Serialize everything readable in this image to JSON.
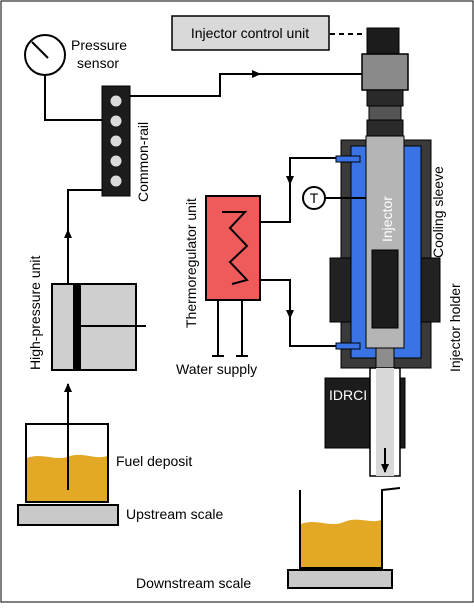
{
  "diagram": {
    "labels": {
      "injector_control_unit": "Injector control unit",
      "pressure_sensor_line1": "Pressure",
      "pressure_sensor_line2": "sensor",
      "common_rail": "Common-rail",
      "thermoregulator_unit": "Thermoregulator unit",
      "temperature_symbol": "T",
      "injector": "Injector",
      "cooling_sleeve": "Cooling sleeve",
      "injector_holder": "Injector holder",
      "high_pressure_unit": "High-pressure unit",
      "water_supply": "Water supply",
      "idrci": "IDRCI",
      "fuel_deposit": "Fuel deposit",
      "upstream_scale": "Upstream scale",
      "downstream_scale": "Downstream scale"
    },
    "colors": {
      "fuel": "#e3a826",
      "cooling": "#3a73e6",
      "thermoregulator": "#ef5b5b",
      "control_unit": "#d9d9d9",
      "component_gray": "#cfcfcf",
      "dark": "#1c1c1c",
      "scale": "#c9c9c9"
    }
  }
}
